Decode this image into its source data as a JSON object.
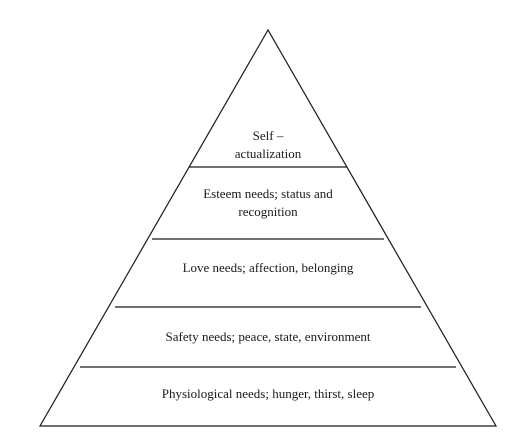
{
  "levels": [
    {
      "lines": [
        "Self –",
        "actualization"
      ]
    },
    {
      "lines": [
        "Esteem needs; status and",
        "recognition"
      ]
    },
    {
      "lines": [
        "Love needs; affection, belonging"
      ]
    },
    {
      "lines": [
        "Safety needs; peace, state, environment"
      ]
    },
    {
      "lines": [
        "Physiological needs; hunger, thirst, sleep"
      ]
    }
  ]
}
